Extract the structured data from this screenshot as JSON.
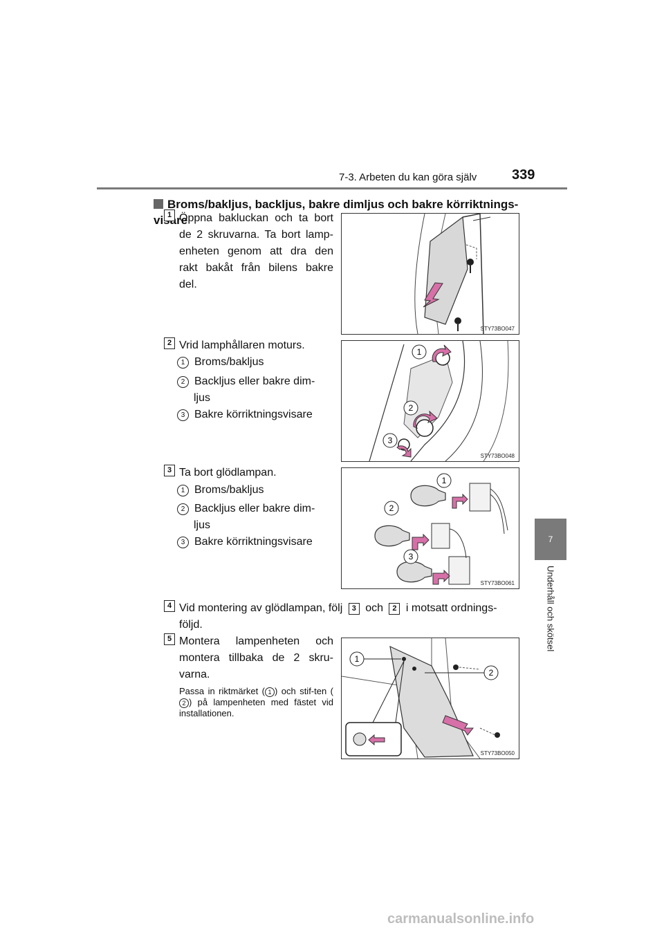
{
  "header": {
    "section": "7-3. Arbeten du kan göra själv",
    "page_number": "339"
  },
  "side": {
    "chapter_number": "7",
    "chapter_title": "Underhåll och skötsel"
  },
  "heading": "Broms/bakljus, backljus, bakre dimljus och bakre körriktnings-\nvisare",
  "steps": [
    {
      "number": "1",
      "text": "Öppna bakluckan och ta bort de 2 skruvarna. Ta bort lamp-enheten genom att dra den rakt bakåt från bilens bakre del.",
      "figure_code": "STY73BO047"
    },
    {
      "number": "2",
      "text": "Vrid lamphållaren moturs.",
      "items": [
        {
          "n": "1",
          "label": "Broms/bakljus"
        },
        {
          "n": "2",
          "label": "Backljus eller bakre dim-\nljus"
        },
        {
          "n": "3",
          "label": "Bakre körriktningsvisare"
        }
      ],
      "figure_code": "STY73BO048"
    },
    {
      "number": "3",
      "text": "Ta bort glödlampan.",
      "items": [
        {
          "n": "1",
          "label": "Broms/bakljus"
        },
        {
          "n": "2",
          "label": "Backljus eller bakre dim-\nljus"
        },
        {
          "n": "3",
          "label": "Bakre körriktningsvisare"
        }
      ],
      "figure_code": "STY73BO061"
    },
    {
      "number": "4",
      "text_a": "Vid montering av glödlampan, följ",
      "ref_a": "3",
      "text_b": "och",
      "ref_b": "2",
      "text_c": "i motsatt ordnings-",
      "text_d": "följd."
    },
    {
      "number": "5",
      "text": "Montera lampenheten och montera tillbaka de 2 skru-varna.",
      "note_a": "Passa in riktmärket (",
      "note_n1": "1",
      "note_b": ") och stif-ten (",
      "note_n2": "2",
      "note_c": ") på lampenheten med fästet vid installationen.",
      "figure_code": "STY73BO050"
    }
  ],
  "callouts": [
    "1",
    "2",
    "3"
  ],
  "watermark": "carmanualsonline.info"
}
